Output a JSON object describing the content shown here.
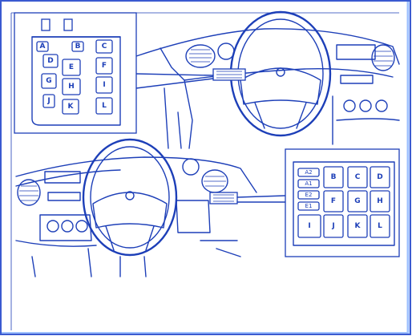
{
  "colors": {
    "line": "#1d3fb8",
    "background": "#ffffff",
    "frame": "#1d3fb8"
  },
  "top_fuse_panel": {
    "labels": [
      "A",
      "B",
      "C",
      "D",
      "E",
      "F",
      "G",
      "H",
      "I",
      "J",
      "K",
      "L"
    ]
  },
  "bottom_fuse_panel": {
    "small_labels": [
      "A2",
      "A1",
      "E2",
      "E1"
    ],
    "labels": [
      "B",
      "C",
      "D",
      "F",
      "G",
      "H",
      "I",
      "J",
      "K",
      "L"
    ]
  }
}
